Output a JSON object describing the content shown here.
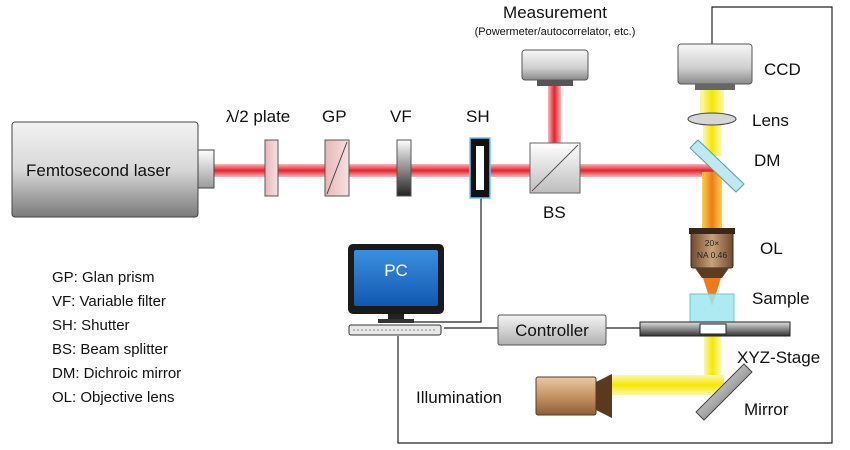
{
  "labels": {
    "laser": "Femtosecond laser",
    "halfwave": "λ/2 plate",
    "gp": "GP",
    "vf": "VF",
    "sh": "SH",
    "bs": "BS",
    "measurement": "Measurement",
    "measurement_sub": "(Powermeter/autocorrelator, etc.)",
    "ccd": "CCD",
    "lens": "Lens",
    "dm": "DM",
    "ol": "OL",
    "ol_mag": "20×",
    "ol_na": "NA 0.46",
    "sample": "Sample",
    "stage": "XYZ-Stage",
    "pc": "PC",
    "controller": "Controller",
    "illumination": "Illumination",
    "mirror": "Mirror"
  },
  "legend": [
    {
      "text": "GP: Glan prism"
    },
    {
      "text": "VF: Variable filter"
    },
    {
      "text": "SH: Shutter"
    },
    {
      "text": "BS: Beam splitter"
    },
    {
      "text": "DM: Dichroic mirror"
    },
    {
      "text": "OL: Objective lens"
    }
  ],
  "colors": {
    "laser_beam": "#e8202a",
    "yellow_beam": "#f5e800",
    "dm_glass": "#bfe9f0",
    "sample": "#9fe6f0",
    "illumination": "#c69363"
  }
}
